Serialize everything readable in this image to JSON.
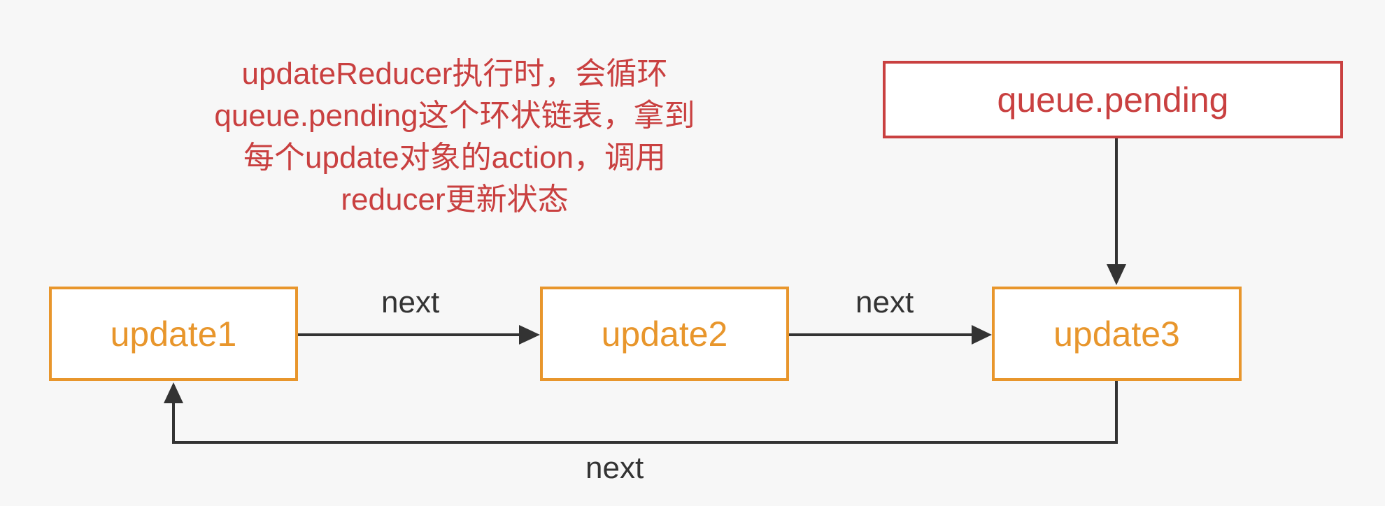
{
  "annotation": {
    "lines": [
      "updateReducer执行时，会循环",
      "queue.pending这个环状链表，拿到",
      "每个update对象的action，调用",
      "reducer更新状态"
    ]
  },
  "nodes": {
    "pending": "queue.pending",
    "update1": "update1",
    "update2": "update2",
    "update3": "update3"
  },
  "edges": {
    "update1_to_update2": "next",
    "update2_to_update3": "next",
    "update3_to_update1": "next"
  },
  "colors": {
    "annotation_text": "#c94040",
    "pending_border": "#c94040",
    "update_border": "#e8962c",
    "arrow": "#333333",
    "background": "#f7f7f7"
  }
}
